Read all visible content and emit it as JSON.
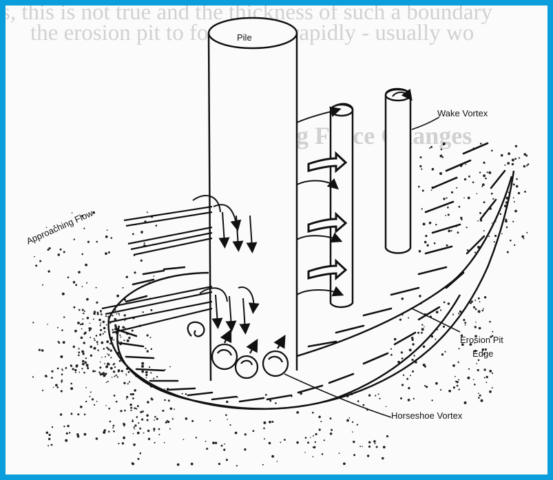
{
  "background_text": {
    "line1": "s, this is not true and the thickness of such a boundary",
    "line2": "the erosion pit to form more rapidly - usually wo",
    "heading": "Drag Force Changes"
  },
  "labels": {
    "pile": "Pile",
    "wake_vortex": "Wake Vortex",
    "approaching_flow": "Approaching Flow",
    "erosion_pit_edge_line1": "Erosion Pit",
    "erosion_pit_edge_line2": "Edge",
    "horseshoe_vortex": "Horseshoe Vortex"
  },
  "colors": {
    "border": "#0a9fdc",
    "ink": "#111111",
    "paper": "#fbfbfb"
  }
}
